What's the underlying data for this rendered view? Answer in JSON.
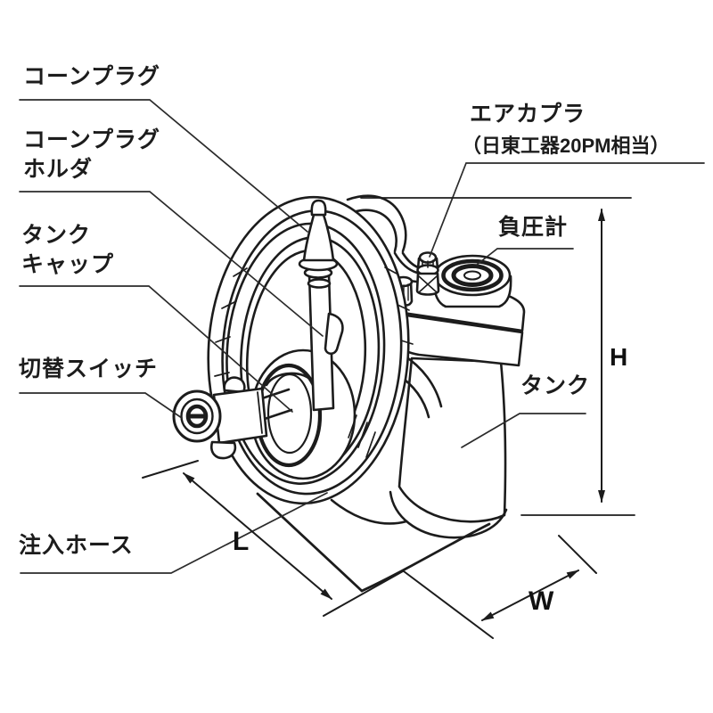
{
  "colors": {
    "background": "#ffffff",
    "ink": "#1c1c1c",
    "leader": "#2b2b2b"
  },
  "labels": {
    "cone_plug": "コーンプラグ",
    "cone_plug_holder": [
      "コーンプラグ",
      "ホルダ"
    ],
    "tank_cap": [
      "タンク",
      "キャップ"
    ],
    "selector_switch": "切替スイッチ",
    "injection_hose": "注入ホース",
    "air_coupler": [
      "エアカプラ",
      "（日東工器20PM相当）"
    ],
    "vacuum_gauge": "負圧計",
    "tank": "タンク"
  },
  "dimensions": {
    "height": "H",
    "length": "L",
    "width": "W"
  }
}
